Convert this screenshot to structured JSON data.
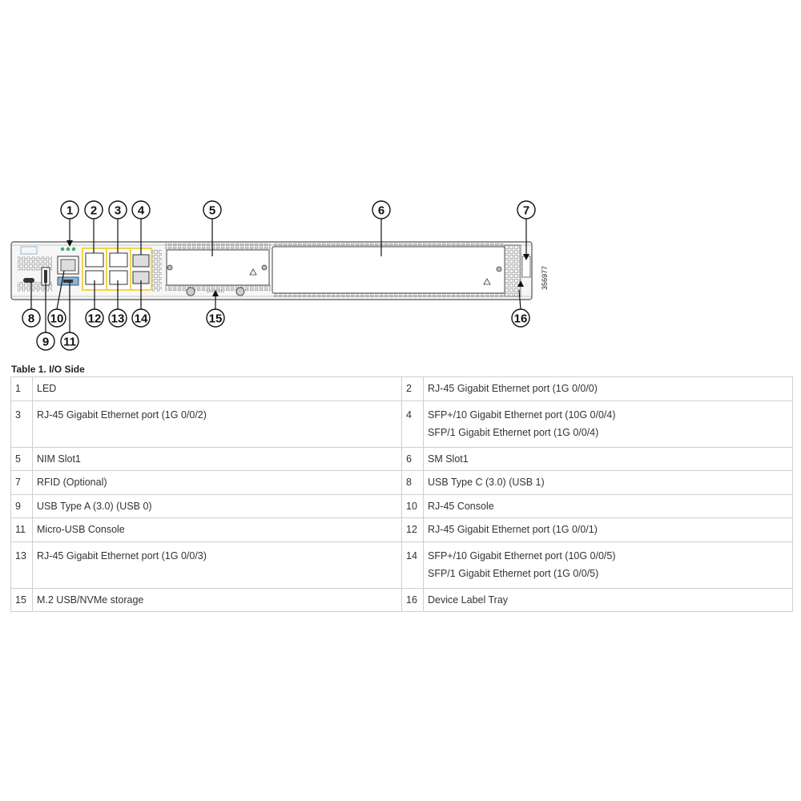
{
  "figure": {
    "figure_id": "356977",
    "callouts": [
      "1",
      "2",
      "3",
      "4",
      "5",
      "6",
      "7",
      "8",
      "9",
      "10",
      "11",
      "12",
      "13",
      "14",
      "15",
      "16"
    ]
  },
  "table": {
    "title": "Table 1. I/O Side",
    "rows": [
      {
        "left": {
          "num": "1",
          "lines": [
            "LED"
          ]
        },
        "right": {
          "num": "2",
          "lines": [
            "RJ-45 Gigabit Ethernet port (1G 0/0/0)"
          ]
        }
      },
      {
        "left": {
          "num": "3",
          "lines": [
            "RJ-45 Gigabit Ethernet port (1G 0/0/2)"
          ]
        },
        "right": {
          "num": "4",
          "lines": [
            "SFP+/10 Gigabit Ethernet port (10G 0/0/4)",
            "SFP/1 Gigabit Ethernet port (1G 0/0/4)"
          ]
        }
      },
      {
        "left": {
          "num": "5",
          "lines": [
            "NIM Slot1"
          ]
        },
        "right": {
          "num": "6",
          "lines": [
            "SM Slot1"
          ]
        }
      },
      {
        "left": {
          "num": "7",
          "lines": [
            "RFID (Optional)"
          ]
        },
        "right": {
          "num": "8",
          "lines": [
            "USB Type C (3.0) (USB 1)"
          ]
        }
      },
      {
        "left": {
          "num": "9",
          "lines": [
            "USB Type A (3.0) (USB 0)"
          ]
        },
        "right": {
          "num": "10",
          "lines": [
            "RJ-45 Console"
          ]
        }
      },
      {
        "left": {
          "num": "11",
          "lines": [
            "Micro-USB Console"
          ]
        },
        "right": {
          "num": "12",
          "lines": [
            "RJ-45 Gigabit Ethernet port (1G 0/0/1)"
          ]
        }
      },
      {
        "left": {
          "num": "13",
          "lines": [
            "RJ-45 Gigabit Ethernet port (1G 0/0/3)"
          ]
        },
        "right": {
          "num": "14",
          "lines": [
            "SFP+/10 Gigabit Ethernet port (10G 0/0/5)",
            "SFP/1 Gigabit Ethernet port (1G 0/0/5)"
          ]
        }
      },
      {
        "left": {
          "num": "15",
          "lines": [
            "M.2 USB/NVMe storage"
          ]
        },
        "right": {
          "num": "16",
          "lines": [
            "Device Label Tray"
          ]
        }
      }
    ]
  },
  "colors": {
    "port_highlight": "#f2d54a",
    "led_green": "#3bb36a",
    "console_blue": "#7fb6e0",
    "chassis_stroke": "#555555"
  }
}
